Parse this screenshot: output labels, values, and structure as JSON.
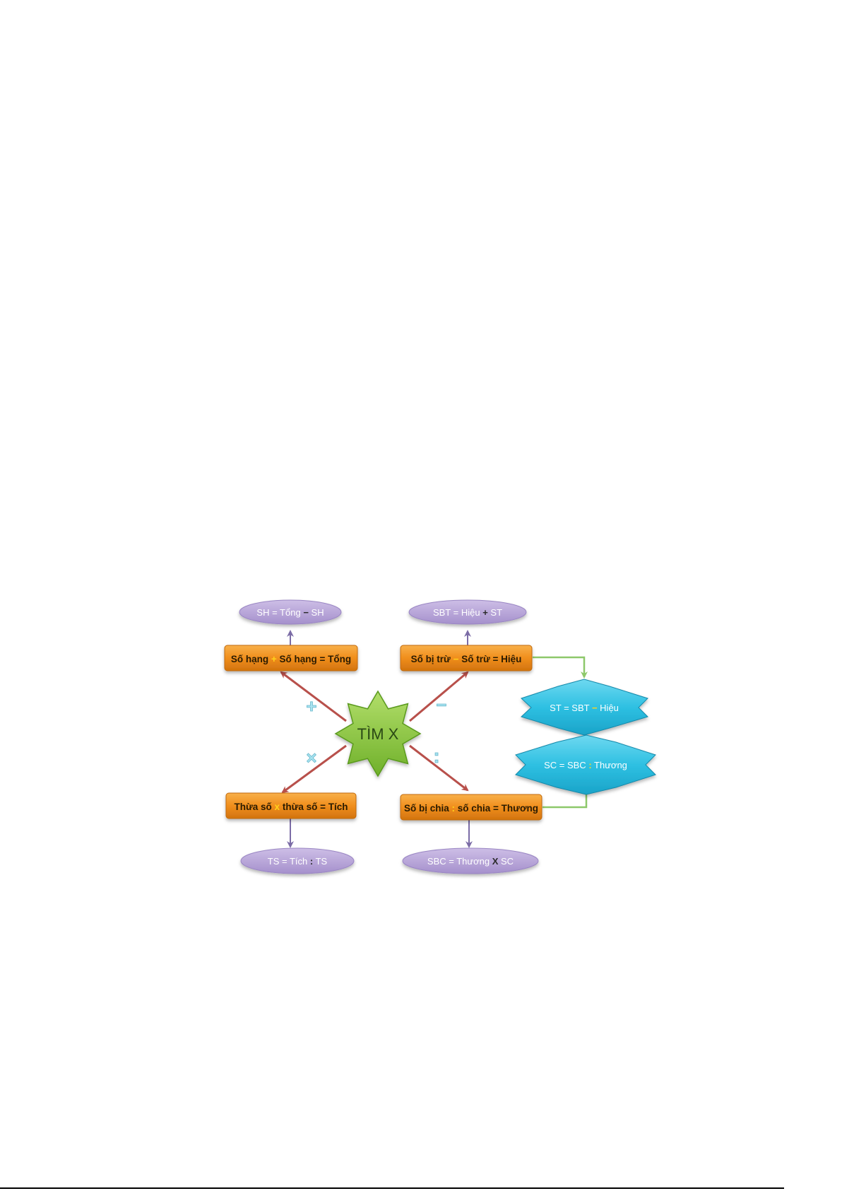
{
  "colors": {
    "orange_fill": "#F08E1C",
    "orange_dark": "#C26A0C",
    "purple_fill": "#B9A6D9",
    "purple_dark": "#7E67AE",
    "cyan_fill": "#35C6E6",
    "cyan_dark": "#1489AA",
    "green_fill": "#8FCB3C",
    "green_dark": "#5A9A1E",
    "red_arrow": "#B8504B",
    "purple_arrow": "#7B6CA6",
    "green_arrow": "#8DC86A",
    "operator_yellow": "#FFD21F"
  },
  "center": {
    "label": "TÌM X"
  },
  "operators": {
    "plus": "+",
    "minus": "−",
    "times": "×",
    "divide": ":"
  },
  "boxes": {
    "addition": {
      "left": "Số hạng",
      "op": "+",
      "right": "Số hạng = Tổng"
    },
    "subtraction": {
      "left": "Số bị trừ",
      "op": "−",
      "right": "Số trừ = Hiệu"
    },
    "multiplication": {
      "left": "Thừa số",
      "op": "x",
      "right": "thừa số = Tích"
    },
    "division": {
      "left": "Số bị chia",
      "op": ":",
      "right": "số chia = Thương"
    }
  },
  "ovals": {
    "addition": {
      "left": "SH = Tổng",
      "op": "−",
      "right": "SH"
    },
    "subtraction": {
      "left": "SBT = Hiệu",
      "op": "+",
      "right": "ST"
    },
    "multiplication": {
      "left": "TS = Tích",
      "op": ":",
      "right": "TS"
    },
    "division": {
      "left": "SBC = Thương",
      "op": "X",
      "right": "SC"
    }
  },
  "stars": {
    "subtraction": {
      "left": "ST = SBT",
      "op": "−",
      "right": "Hiệu"
    },
    "division": {
      "left": "SC = SBC",
      "op": ":",
      "right": "Thương"
    }
  }
}
